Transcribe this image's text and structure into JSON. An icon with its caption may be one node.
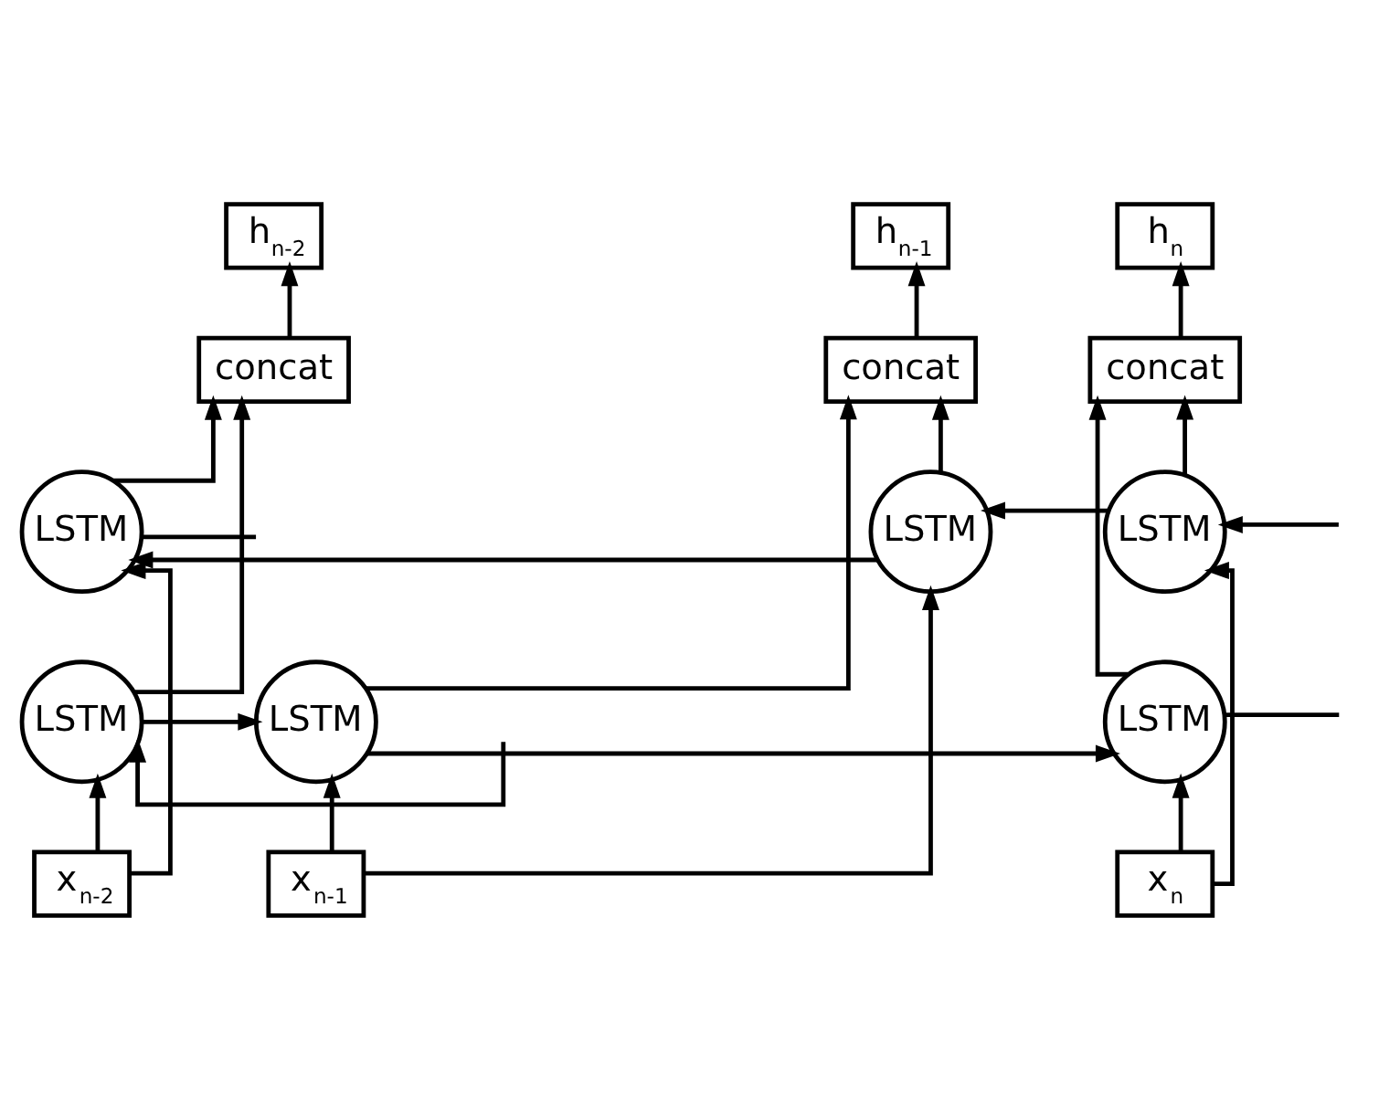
{
  "diagram": {
    "nodes": [
      {
        "text": [
          "h$_{n-2}$"
        ]
      },
      {
        "text": [
          "h$_{n-1}$"
        ]
      },
      {
        "text": [
          "h$_{n}$"
        ]
      },
      {
        "text": [
          "concat"
        ]
      },
      {
        "text": [
          "concat"
        ]
      },
      {
        "text": [
          "concat"
        ]
      },
      {
        "text": [
          "LSTM"
        ]
      },
      {
        "text": [
          "LSTM"
        ]
      },
      {
        "text": [
          "LSTM"
        ]
      },
      {
        "text": [
          "LSTM"
        ]
      },
      {
        "text": [
          "LSTM"
        ]
      },
      {
        "text": [
          "LSTM"
        ]
      },
      {
        "text": [
          "x$_{n-2}$"
        ]
      },
      {
        "text": [
          "x$_{n-1}$"
        ]
      },
      {
        "text": [
          "x$_{n}$"
        ]
      }
    ],
    "edges": [
      {
        "from": 12,
        "to": 9,
        "arrow": "to"
      },
      {
        "from": 13,
        "to": 10,
        "arrow": "to"
      },
      {
        "from": 14,
        "to": 11,
        "arrow": "to"
      },
      {
        "from": 12,
        "to": 6,
        "arrow": "to"
      },
      {
        "from": 13,
        "to": 7,
        "arrow": "to"
      },
      {
        "from": 14,
        "to": 8,
        "arrow": "to"
      },
      {
        "from": 9,
        "to": 3,
        "arrow": "to"
      },
      {
        "from": 10,
        "to": 4,
        "arrow": "to"
      },
      {
        "from": 11,
        "to": 5,
        "arrow": "to"
      },
      {
        "from": 6,
        "to": 3,
        "arrow": "to"
      },
      {
        "from": 7,
        "to": 4,
        "arrow": "to"
      },
      {
        "from": 8,
        "to": 5,
        "arrow": "to"
      },
      {
        "from": 3,
        "to": 0,
        "arrow": "to"
      },
      {
        "from": 4,
        "to": 1,
        "arrow": "to"
      },
      {
        "from": 5,
        "to": 2,
        "arrow": "to"
      },
      {
        "from": null,
        "to": 9,
        "arrow": "to"
      },
      {
        "from": 9,
        "to": 10,
        "arrow": "to"
      },
      {
        "from": 10,
        "to": 11,
        "arrow": "to"
      },
      {
        "from": 11,
        "to": null,
        "arrow": "none"
      },
      {
        "from": null,
        "to": 8,
        "arrow": "to"
      },
      {
        "from": 8,
        "to": 7,
        "arrow": "to"
      },
      {
        "from": 7,
        "to": 6,
        "arrow": "to"
      },
      {
        "from": 6,
        "to": null,
        "arrow": "none"
      }
    ]
  }
}
